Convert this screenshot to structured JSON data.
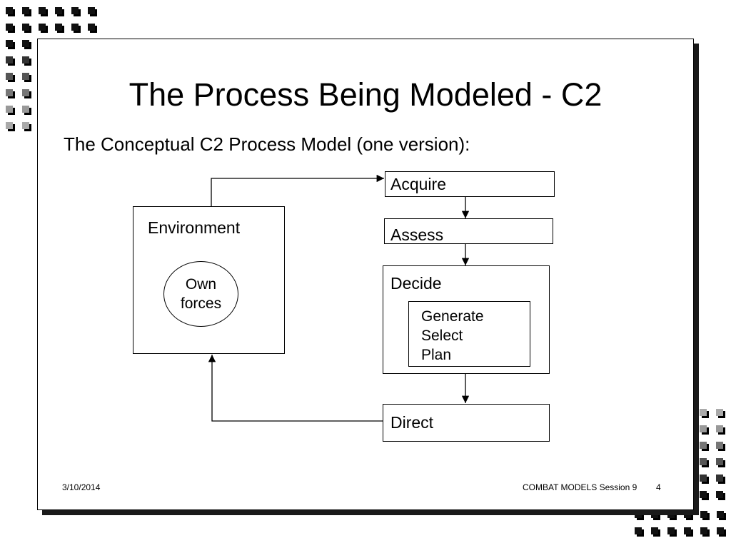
{
  "slide": {
    "title": "The Process Being Modeled - C2",
    "subtitle": "The Conceptual C2 Process Model (one version):",
    "footer_date": "3/10/2014",
    "footer_course": "COMBAT MODELS Session 9",
    "footer_page": "4"
  },
  "diagram": {
    "environment_label": "Environment",
    "own_forces": [
      "Own",
      "forces"
    ],
    "acquire_label": "Acquire",
    "assess_label": "Assess",
    "decide_label": "Decide",
    "decide_steps": [
      "Generate",
      "Select",
      "Plan"
    ],
    "direct_label": "Direct"
  },
  "colors": {
    "text": "#000000",
    "background": "#ffffff",
    "shadow": "#1a1a1a"
  }
}
